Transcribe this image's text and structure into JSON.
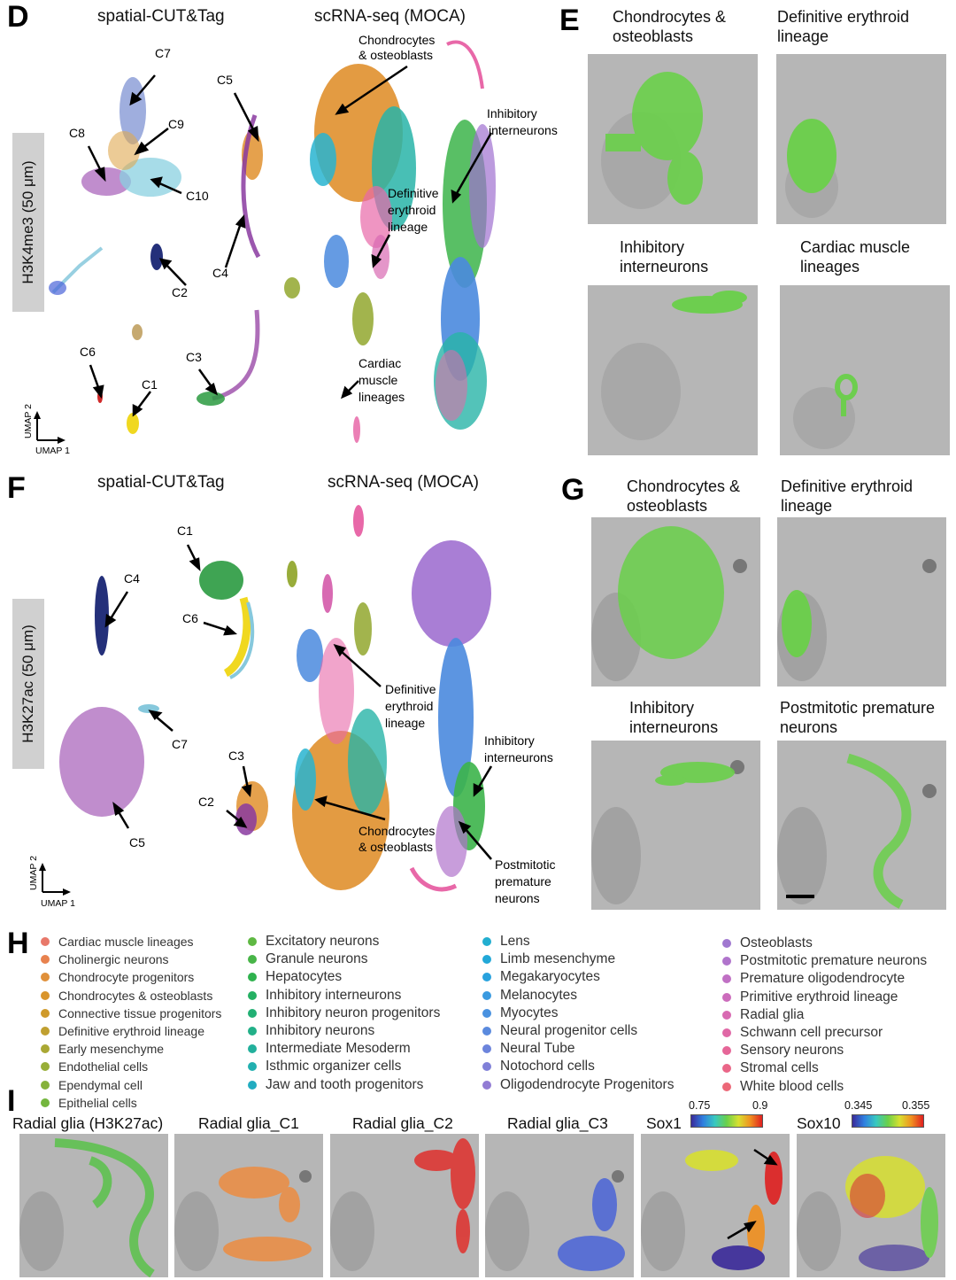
{
  "panels": {
    "D": {
      "letter": "D",
      "left_title": "spatial-CUT&Tag",
      "right_title": "scRNA-seq (MOCA)",
      "side_label": "H3K4me3 (50 μm)",
      "cluster_labels": [
        "C7",
        "C5",
        "C9",
        "C8",
        "C10",
        "C4",
        "C2",
        "C3",
        "C6",
        "C1"
      ],
      "moca_labels": [
        "Chondrocytes",
        "& osteoblasts",
        "Inhibitory",
        "interneurons",
        "Definitive",
        "erythroid",
        "lineage",
        "Cardiac",
        "muscle",
        "lineages"
      ],
      "axis": {
        "y": "UMAP 2",
        "x": "UMAP 1"
      }
    },
    "E": {
      "letter": "E",
      "tiles": [
        {
          "title_lines": [
            "Chondrocytes &",
            "osteoblasts"
          ]
        },
        {
          "title_lines": [
            "Definitive erythroid",
            "lineage"
          ]
        },
        {
          "title_lines": [
            "Inhibitory",
            "interneurons"
          ]
        },
        {
          "title_lines": [
            "Cardiac muscle",
            "lineages"
          ]
        }
      ]
    },
    "F": {
      "letter": "F",
      "left_title": "spatial-CUT&Tag",
      "right_title": "scRNA-seq (MOCA)",
      "side_label": "H3K27ac (50 μm)",
      "cluster_labels": [
        "C1",
        "C4",
        "C6",
        "C7",
        "C3",
        "C2",
        "C5"
      ],
      "moca_labels": [
        "Definitive",
        "erythroid",
        "lineage",
        "Inhibitory",
        "interneurons",
        "Chondrocytes",
        "& osteoblasts",
        "Postmitotic",
        "premature",
        "neurons"
      ],
      "axis": {
        "y": "UMAP 2",
        "x": "UMAP 1"
      }
    },
    "G": {
      "letter": "G",
      "tiles": [
        {
          "title_lines": [
            "Chondrocytes &",
            "osteoblasts"
          ]
        },
        {
          "title_lines": [
            "Definitive erythroid",
            "lineage"
          ]
        },
        {
          "title_lines": [
            "Inhibitory",
            "interneurons"
          ]
        },
        {
          "title_lines": [
            "Postmitotic premature",
            "neurons"
          ]
        }
      ]
    },
    "H": {
      "letter": "H",
      "legend": [
        [
          {
            "label": "Cardiac muscle lineages",
            "color": "#e8786a"
          },
          {
            "label": "Cholinergic neurons",
            "color": "#e8824e"
          },
          {
            "label": "Chondrocyte progenitors",
            "color": "#e0903a"
          },
          {
            "label": "Chondrocytes & osteoblasts",
            "color": "#d9952c"
          },
          {
            "label": "Connective tissue progenitors",
            "color": "#cf9a2a"
          },
          {
            "label": "Definitive erythroid lineage",
            "color": "#c0a030"
          },
          {
            "label": "Early mesenchyme",
            "color": "#aaa834"
          },
          {
            "label": "Endothelial cells",
            "color": "#98ae38"
          },
          {
            "label": "Ependymal cell",
            "color": "#86b23a"
          },
          {
            "label": "Epithelial cells",
            "color": "#74b63e"
          }
        ],
        [
          {
            "label": "Excitatory neurons",
            "color": "#5eb842"
          },
          {
            "label": "Granule neurons",
            "color": "#48b548"
          },
          {
            "label": "Hepatocytes",
            "color": "#2fb24e"
          },
          {
            "label": "Inhibitory interneurons",
            "color": "#24b062"
          },
          {
            "label": "Inhibitory neuron progenitors",
            "color": "#22b074"
          },
          {
            "label": "Inhibitory neurons",
            "color": "#22b088"
          },
          {
            "label": "Intermediate Mesoderm",
            "color": "#22b09c"
          },
          {
            "label": "Isthmic organizer cells",
            "color": "#22b0b0"
          },
          {
            "label": "Jaw and tooth progenitors",
            "color": "#22acc0"
          }
        ],
        [
          {
            "label": "Lens",
            "color": "#22aed0"
          },
          {
            "label": "Limb mesenchyme",
            "color": "#22a8d8"
          },
          {
            "label": "Megakaryocytes",
            "color": "#28a2de"
          },
          {
            "label": "Melanocytes",
            "color": "#3a9ae0"
          },
          {
            "label": "Myocytes",
            "color": "#4a92e0"
          },
          {
            "label": "Neural progenitor cells",
            "color": "#5a8ade"
          },
          {
            "label": "Neural Tube",
            "color": "#6c84dc"
          },
          {
            "label": "Notochord cells",
            "color": "#8080d8"
          },
          {
            "label": "Oligodendrocyte Progenitors",
            "color": "#927cd4"
          }
        ],
        [
          {
            "label": "Osteoblasts",
            "color": "#a078d0"
          },
          {
            "label": "Postmitotic premature neurons",
            "color": "#b074cc"
          },
          {
            "label": "Premature oligodendrocyte",
            "color": "#c070c4"
          },
          {
            "label": "Primitive erythroid lineage",
            "color": "#cc6cbc"
          },
          {
            "label": "Radial glia",
            "color": "#d86ab2"
          },
          {
            "label": "Schwann cell precursor",
            "color": "#e068a6"
          },
          {
            "label": "Sensory neurons",
            "color": "#e66698"
          },
          {
            "label": "Stromal cells",
            "color": "#ea6688"
          },
          {
            "label": "White blood cells",
            "color": "#ec6878"
          }
        ]
      ]
    },
    "I": {
      "letter": "I",
      "tiles": [
        {
          "title": "Radial glia (H3K27ac)",
          "color": "#5ac24a"
        },
        {
          "title": "Radial glia_C1",
          "color": "#f08a3a"
        },
        {
          "title": "Radial glia_C2",
          "color": "#e0302c"
        },
        {
          "title": "Radial glia_C3",
          "color": "#4a64d8"
        },
        {
          "title": "Sox1",
          "color": "#e8e040",
          "min": "0.75",
          "max": "0.9"
        },
        {
          "title": "Sox10",
          "color": "#e8e040",
          "min": "0.345",
          "max": "0.355"
        }
      ]
    }
  },
  "colors": {
    "orange": "#e0902e",
    "teal": "#28b4a8",
    "green": "#3cb44a",
    "blue": "#4a8ade",
    "pink": "#e868a8",
    "purple": "#9a4aa8",
    "lightblue": "#86c8dc",
    "navy": "#24307a",
    "yellow": "#f0d820",
    "olive": "#98ac3a",
    "red": "#d02a2a",
    "spot_green": "#6ad04a"
  }
}
